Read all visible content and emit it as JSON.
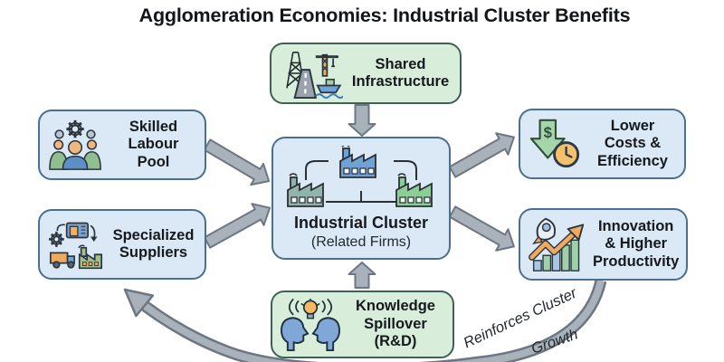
{
  "title": "Agglomeration Economies: Industrial Cluster Benefits",
  "nodes": {
    "shared_infrastructure": {
      "label": "Shared Infrastructure",
      "icon": "infrastructure-icon",
      "style": "green"
    },
    "skilled_labour_pool": {
      "label": "Skilled Labour Pool",
      "icon": "workforce-icon",
      "style": "blue"
    },
    "specialized_suppliers": {
      "label": "Specialized Suppliers",
      "icon": "supply-chain-icon",
      "style": "blue"
    },
    "industrial_cluster": {
      "label": "Industrial Cluster",
      "sublabel": "(Related Firms)",
      "icon": "factories-icon",
      "style": "blue"
    },
    "lower_costs": {
      "label": "Lower Costs & Efficiency",
      "icon": "cost-reduction-icon",
      "style": "blue"
    },
    "innovation": {
      "label": "Innovation & Higher Productivity",
      "icon": "rocket-growth-icon",
      "style": "blue"
    },
    "knowledge_spillover": {
      "label": "Knowledge Spillover (R&D)",
      "icon": "knowledge-exchange-icon",
      "style": "green"
    }
  },
  "feedback_arrow": {
    "line1": "Reinforces Cluster",
    "line2": "Growth"
  },
  "colors": {
    "blue_box_fill": "#dbe9f6",
    "blue_box_border": "#4a708f",
    "green_box_fill": "#d8eedb",
    "green_box_border": "#3f6155",
    "arrow_fill": "#a9b1bb",
    "arrow_stroke": "#6d7683",
    "title_text": "#121519",
    "label_text": "#15191d",
    "accent_orange": "#f0a95f",
    "accent_green": "#9fd0a6",
    "accent_blue": "#6fa2d6"
  }
}
